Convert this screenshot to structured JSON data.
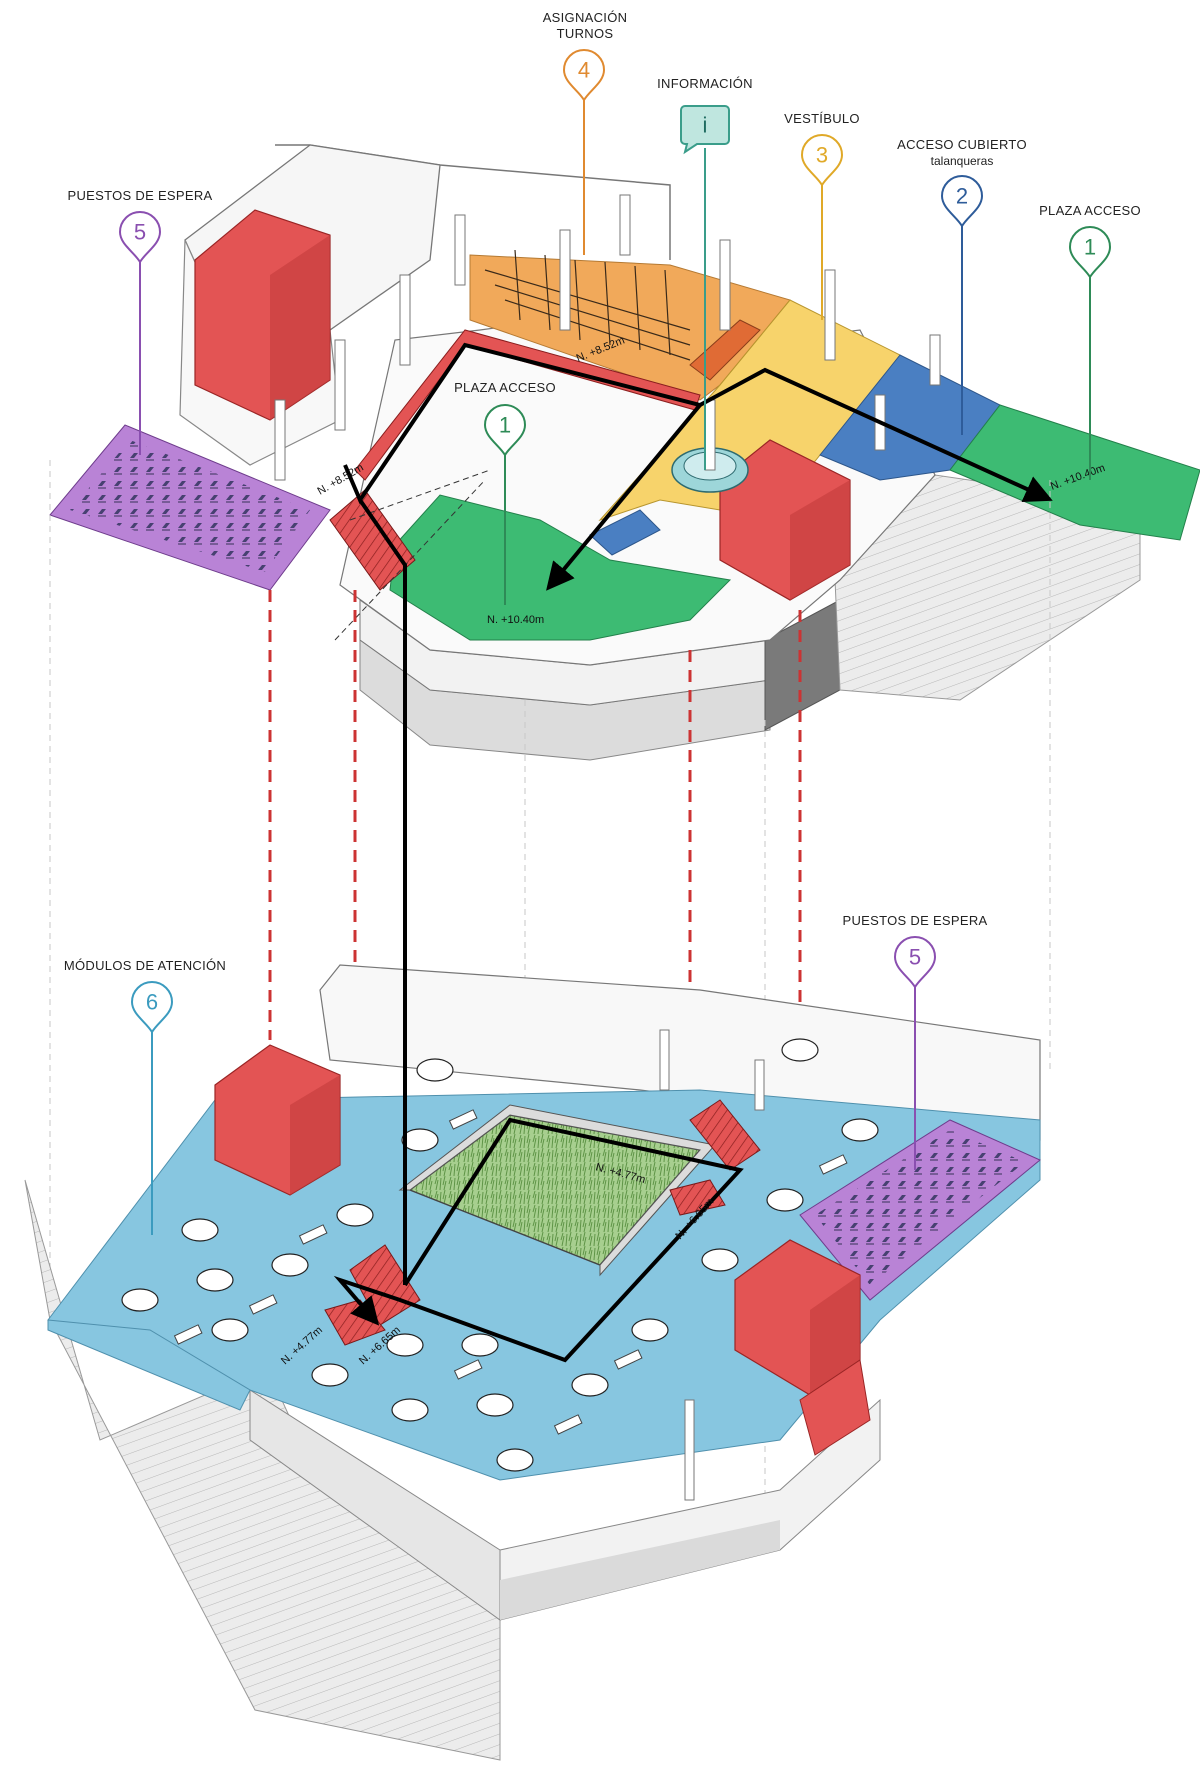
{
  "labels": {
    "asignacion": "ASIGNACIÓN",
    "turnos": "TURNOS",
    "informacion": "INFORMACIÓN",
    "vestibulo": "VESTÍBULO",
    "acceso_cubierto": "ACCESO CUBIERTO",
    "talanqueras": "talanqueras",
    "plaza_acceso_right": "PLAZA ACCESO",
    "plaza_acceso_center": "PLAZA ACCESO",
    "puestos_espera_top": "PUESTOS DE ESPERA",
    "puestos_espera_bottom": "PUESTOS DE ESPERA",
    "modulos_atencion": "MÓDULOS DE ATENCIÓN"
  },
  "markers": {
    "m4": "4",
    "mi": "i",
    "m3": "3",
    "m2": "2",
    "m1_right": "1",
    "m1_center": "1",
    "m5_top": "5",
    "m5_bottom": "5",
    "m6": "6"
  },
  "levels": {
    "top_852_upper": "N. +8.52m",
    "top_852_left": "N. +8.52m",
    "top_1040_center": "N. +10.40m",
    "top_1040_right": "N. +10.40m",
    "bottom_477_upper": "N. +4.77m",
    "bottom_665_right": "N. +6.65m",
    "bottom_477_left": "N. +4.77m",
    "bottom_665_left": "N. +6.65m"
  },
  "colors": {
    "plaza": "#3dbb73",
    "plaza_marker": "#2e8b57",
    "acceso": "#4a7fc2",
    "acceso_marker": "#2e5c9a",
    "vestibulo": "#f7d36b",
    "vestibulo_marker": "#e0a928",
    "turnos": "#f1a95a",
    "turnos_marker": "#e08a30",
    "info_marker": "#3a9d8a",
    "espera": "#b983d6",
    "espera_marker": "#8a4fb0",
    "atencion": "#87c6e0",
    "atencion_marker": "#3b9bbf",
    "stairs": "#e35454",
    "path": "#000000",
    "projection": "#cc3333",
    "grass": "#7fb36a"
  }
}
